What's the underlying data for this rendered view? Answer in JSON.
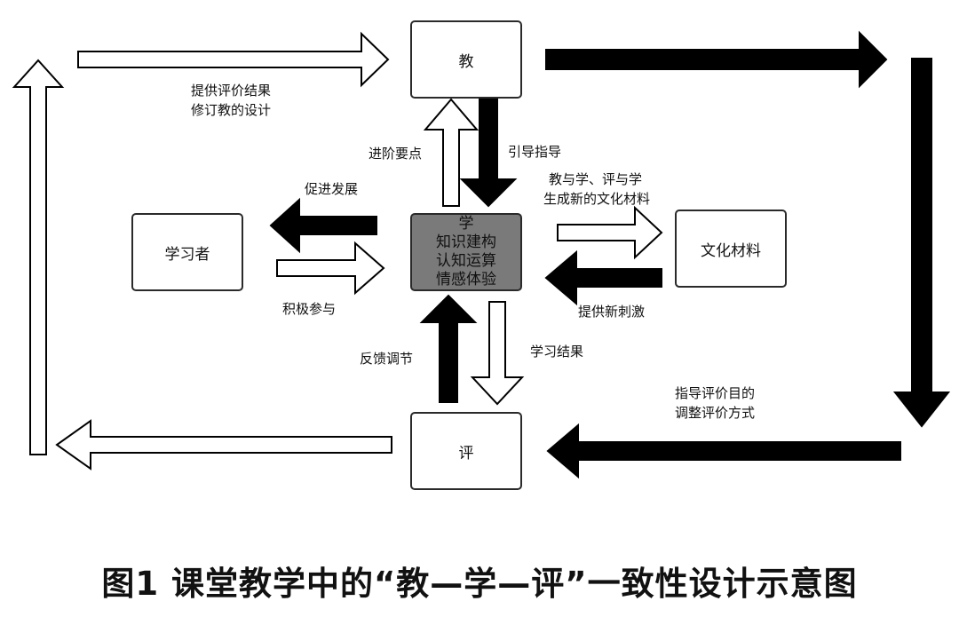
{
  "nodes": {
    "jiao": "教",
    "xuexizhe": "学习者",
    "xue": [
      "学",
      "知识建构",
      "认知运算",
      "情感体验"
    ],
    "wenhua": "文化材料",
    "ping": "评"
  },
  "edge_labels": {
    "top_left": [
      "提供评价结果",
      "修订教的设计"
    ],
    "jinjie": "进阶要点",
    "yindao": "引导指导",
    "cujin": "促进发展",
    "jiji": "积极参与",
    "jiaoyuxue": [
      "教与学、评与学",
      "生成新的文化材料"
    ],
    "tigongxin": "提供新刺激",
    "fankui": "反馈调节",
    "xuexijieguo": "学习结果",
    "zhidao": [
      "指导评价目的",
      "调整评价方式"
    ]
  },
  "caption": "图1  课堂教学中的“教—学—评”一致性设计示意图",
  "colors": {
    "line": "#000000",
    "hollow_fill": "#ffffff",
    "center_fill": "#7a7a7a"
  }
}
